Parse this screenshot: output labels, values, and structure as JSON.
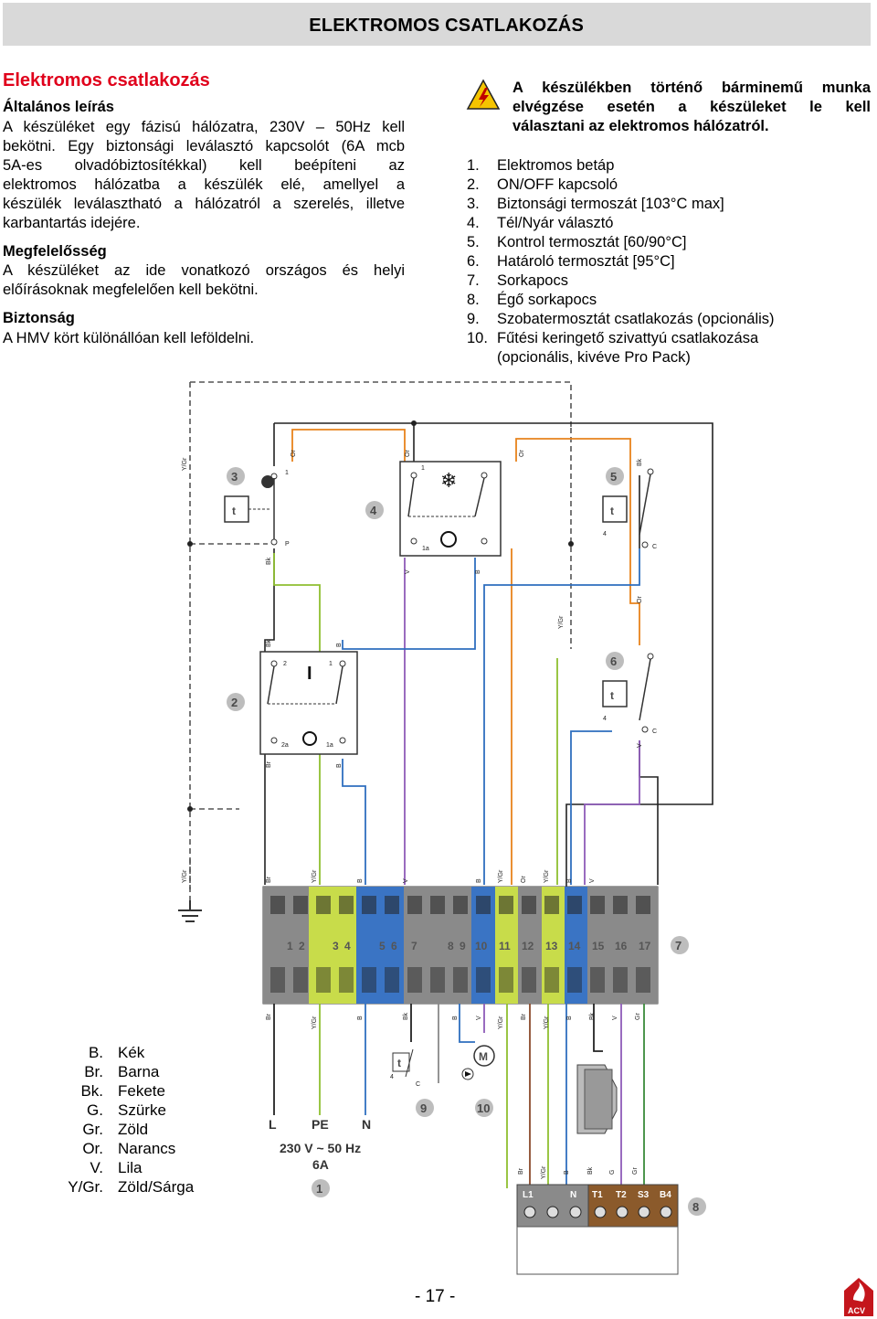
{
  "header": {
    "title": "ELEKTROMOS CSATLAKOZÁS"
  },
  "section": {
    "title": "Elektromos csatlakozás",
    "general": {
      "heading": "Általános leírás",
      "lines": [
        "A készüléket egy fázisú hálózatra, 230V – 50Hz kell",
        "bekötni. Egy biztonsági leválasztó kapcsolót (6A mcb",
        "5A-es olvadóbiztosítékkal) kell beépíteni az",
        "elektromos hálózatba a készülék elé, amellyel a",
        "készülék leválasztható a hálózatról a szerelés, illetve",
        "karbantartás idejére."
      ]
    },
    "compliance": {
      "heading": "Megfelelősség",
      "lines": [
        "A készüléket az ide vonatkozó országos és helyi",
        "előírásoknak megfelelően kell bekötni."
      ]
    },
    "safety": {
      "heading": "Biztonság",
      "text": "A HMV kört különállóan kell leföldelni."
    }
  },
  "warning": {
    "lines": [
      "A készülékben történő bárminemű munka",
      "elvégzése esetén a készüleket le kell",
      "választani az elektromos hálózatról."
    ]
  },
  "legend": {
    "items": [
      {
        "num": "1.",
        "label": "Elektromos betáp"
      },
      {
        "num": "2.",
        "label": "ON/OFF kapcsoló"
      },
      {
        "num": "3.",
        "label": "Biztonsági termoszát [103°C max]"
      },
      {
        "num": "4.",
        "label": "Tél/Nyár választó"
      },
      {
        "num": "5.",
        "label": "Kontrol termosztát [60/90°C]"
      },
      {
        "num": "6.",
        "label": "Határoló termosztát [95°C]"
      },
      {
        "num": "7.",
        "label": "Sorkapocs"
      },
      {
        "num": "8.",
        "label": "Égő sorkapocs"
      },
      {
        "num": "9.",
        "label": "Szobatermosztát csatlakozás (opcionális)"
      },
      {
        "num": "10.",
        "label": "Fűtési keringető szivattyú csatlakozása"
      },
      {
        "num": "",
        "label": "(opcionális, kivéve Pro Pack)"
      }
    ]
  },
  "color_legend": [
    {
      "code": "B.",
      "name": "Kék"
    },
    {
      "code": "Br.",
      "name": "Barna"
    },
    {
      "code": "Bk.",
      "name": "Fekete"
    },
    {
      "code": "G.",
      "name": "Szürke"
    },
    {
      "code": "Gr.",
      "name": "Zöld"
    },
    {
      "code": "Or.",
      "name": "Narancs"
    },
    {
      "code": "V.",
      "name": "Lila"
    },
    {
      "code": "Y/Gr.",
      "name": "Zöld/Sárga"
    }
  ],
  "diagram": {
    "callouts": [
      "1",
      "2",
      "3",
      "4",
      "5",
      "6",
      "7",
      "8",
      "9",
      "10"
    ],
    "terminals": [
      "1",
      "2",
      "3",
      "4",
      "5",
      "6",
      "7",
      "8",
      "9",
      "10",
      "11",
      "12",
      "13",
      "14",
      "15",
      "16",
      "17"
    ],
    "burner_terminals": [
      "L1",
      "N",
      "T1",
      "T2",
      "S3",
      "B4"
    ],
    "supply": {
      "l": "L",
      "pe": "PE",
      "n": "N",
      "voltage": "230 V ~ 50 Hz",
      "fuse": "6A"
    },
    "symbols": {
      "thermostat": "t",
      "motor": "M",
      "switch_on": "I"
    },
    "wire_tags": {
      "yellow_green": "Y/Gr",
      "orange": "Or",
      "black": "Bk",
      "violet": "V",
      "blue": "B",
      "brown": "Br",
      "grey": "G",
      "green": "Gr"
    },
    "contacts": {
      "c1": "1",
      "c2": "2",
      "c1a": "1a",
      "c2a": "2a",
      "c4": "4",
      "cc": "C",
      "cp": "P"
    }
  },
  "page_number": "- 17 -",
  "logo": {
    "text": "ACV"
  }
}
